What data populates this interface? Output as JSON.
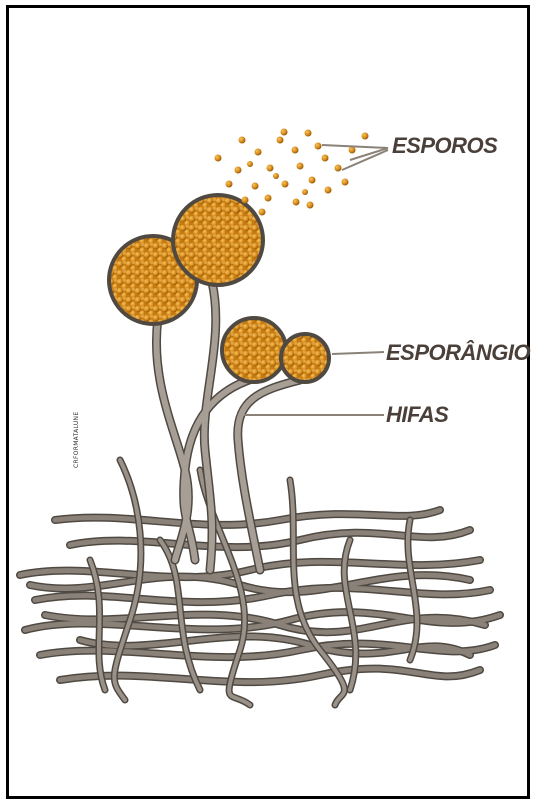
{
  "labels": {
    "spores": "ESPOROS",
    "sporangium": "ESPORÂNGIO",
    "hyphae": "HIFAS"
  },
  "credit": "CRFORMATALUNE",
  "colors": {
    "hypha": "#8a8279",
    "hypha_dark": "#4f4942",
    "spore": "#d58a1c",
    "spore_dark": "#9a5a0a",
    "label": "#4a4039"
  }
}
